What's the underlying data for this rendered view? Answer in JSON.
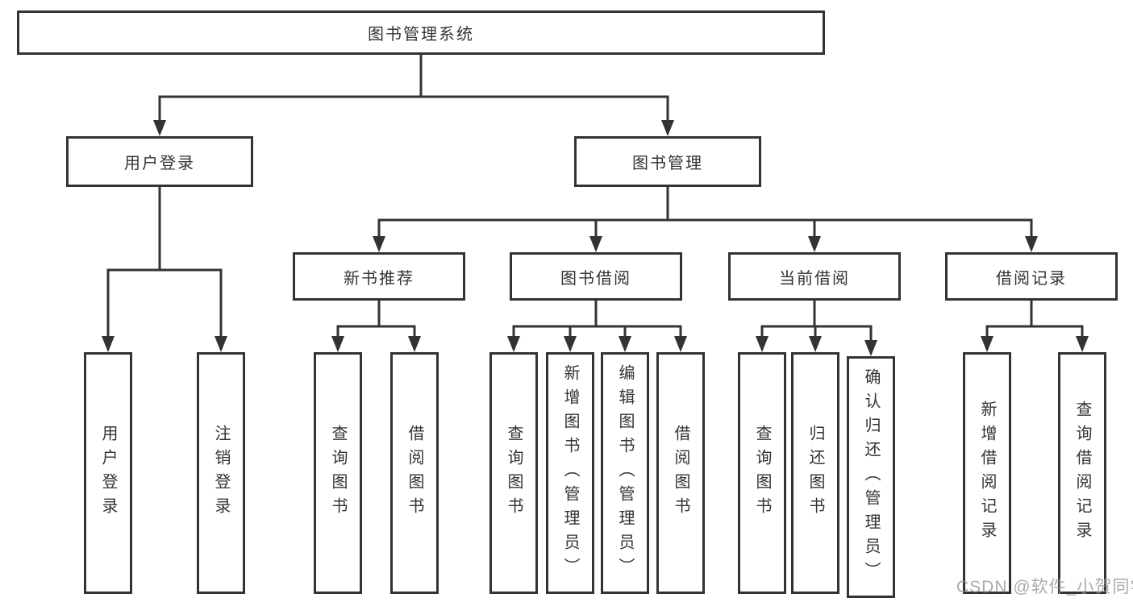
{
  "diagram": {
    "root_label": "图书管理系统",
    "level2": {
      "user_login": "用户登录",
      "book_mgmt": "图书管理"
    },
    "level3": {
      "new_book_rec": "新书推荐",
      "book_borrow": "图书借阅",
      "current_borrow": "当前借阅",
      "borrow_records": "借阅记录"
    },
    "leaves": {
      "user_login": [
        "用户登录",
        "注销登录"
      ],
      "new_book_rec": [
        "查询图书",
        "借阅图书"
      ],
      "book_borrow": [
        "查询图书",
        "新增图书（管理员）",
        "编辑图书（管理员）",
        "借阅图书"
      ],
      "current_borrow": [
        "查询图书",
        "归还图书",
        "确认归还（管理员）"
      ],
      "borrow_records": [
        "新增借阅记录",
        "查询借阅记录"
      ]
    },
    "watermark": "CSDN @软件_小贺同学",
    "colors": {
      "line": "#333333",
      "box_border": "#333333",
      "box_background": "#ffffff",
      "text": "#333333",
      "watermark": "#949494"
    }
  }
}
